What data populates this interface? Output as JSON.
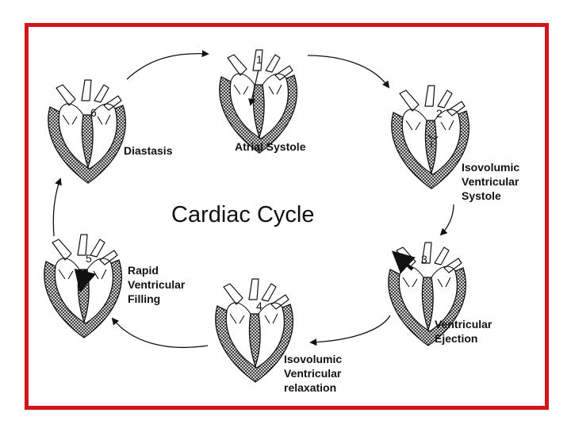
{
  "title": "Cardiac Cycle",
  "colors": {
    "border": "#d0161b",
    "ink": "#111111",
    "background": "#ffffff"
  },
  "phases": [
    {
      "number": "1",
      "label_lines": [
        "Atrial Systole"
      ]
    },
    {
      "number": "2",
      "label_lines": [
        "Isovolumic",
        "Ventricular",
        "Systole"
      ]
    },
    {
      "number": "3",
      "label_lines": [
        "Ventricular",
        "Ejection"
      ]
    },
    {
      "number": "4",
      "label_lines": [
        "Isovolumic",
        "Ventricular",
        "relaxation"
      ]
    },
    {
      "number": "5",
      "label_lines": [
        "Rapid",
        "Ventricular",
        "Filling"
      ]
    },
    {
      "number": "6",
      "label_lines": [
        "Diastasis"
      ]
    }
  ]
}
